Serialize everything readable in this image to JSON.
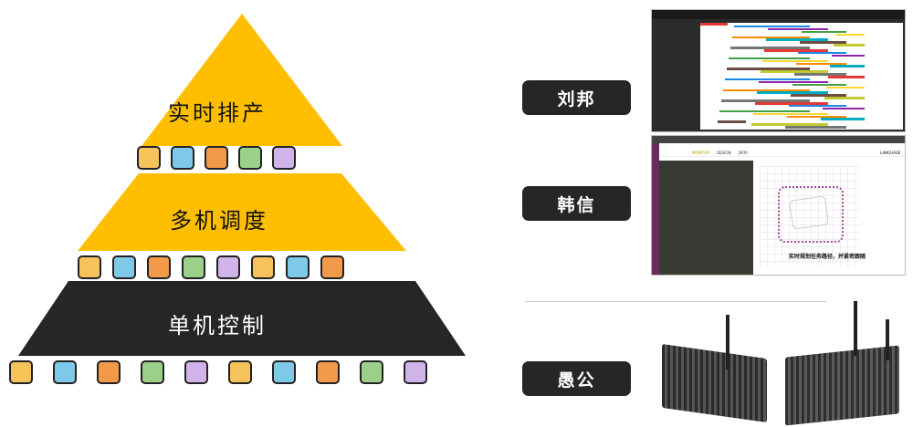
{
  "pyramid": {
    "tiers": [
      {
        "label": "实时排产",
        "color": "#ffbf00"
      },
      {
        "label": "多机调度",
        "color": "#ffbf00"
      },
      {
        "label": "单机控制",
        "color": "#262626"
      }
    ],
    "icons_row1": [
      "globe-location-icon",
      "monitor-chart-icon",
      "brain-network-icon",
      "chip-circuit-icon",
      "ai-brain-icon"
    ],
    "icons_row2": [
      "forklift-front-icon",
      "conveyor-icon",
      "inventory-clipboard-icon",
      "robot-arm-line-icon",
      "forklift-icon",
      "time-box-icon",
      "warehouse-shelf-icon",
      "car-icon"
    ],
    "icons_row3": [
      "box-scale-icon",
      "hand-truck-icon",
      "boxes-icon",
      "storage-rack-icon",
      "robot-arm-icon",
      "forklift-boxes-icon",
      "robotic-arm-icon",
      "conveyor-arm-icon",
      "package-icon",
      "gear-icon"
    ]
  },
  "roles": [
    {
      "label": "刘邦"
    },
    {
      "label": "韩信"
    },
    {
      "label": "愚公"
    }
  ],
  "screens": {
    "monitor": {
      "tabs": [
        "MONITOR",
        "DESIGN",
        "DATA"
      ],
      "language": "LANGUAGE",
      "caption": "实时规划任务路径，并紧密跟随"
    }
  },
  "colors": {
    "accent": "#ffbf00",
    "dark": "#262626"
  }
}
